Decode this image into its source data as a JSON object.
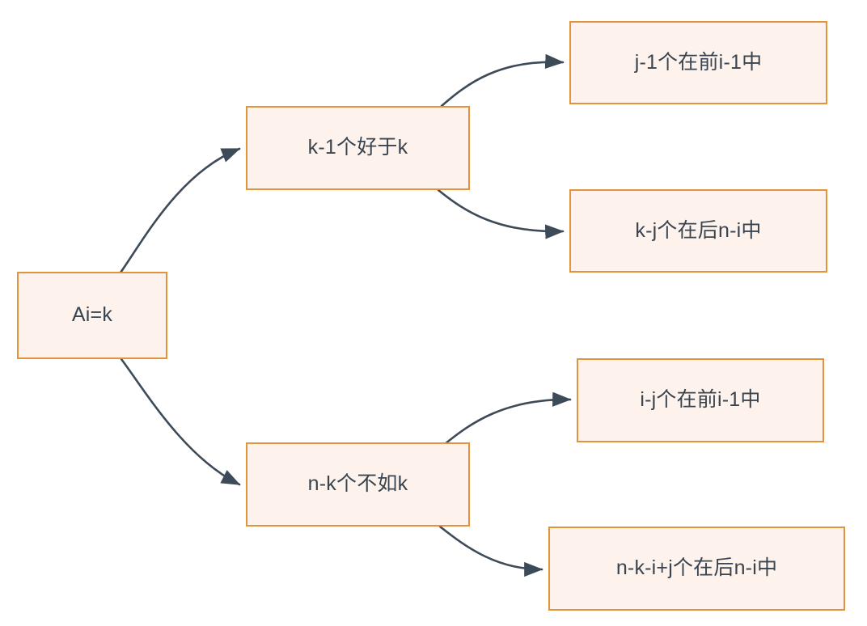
{
  "diagram": {
    "type": "flowchart",
    "direction": "left-to-right",
    "background_color": "#ffffff",
    "node_fill_color": "#fdf3ec",
    "node_border_color": "#e2933c",
    "node_text_color": "#394450",
    "edge_color": "#3d4a57",
    "nodes": [
      {
        "id": "root",
        "label": "Ai=k"
      },
      {
        "id": "better",
        "label": "k-1个好于k"
      },
      {
        "id": "worse",
        "label": "n-k个不如k"
      },
      {
        "id": "jm1",
        "label": "j-1个在前i-1中"
      },
      {
        "id": "kj",
        "label": "k-j个在后n-i中"
      },
      {
        "id": "ij",
        "label": "i-j个在前i-1中"
      },
      {
        "id": "nkij",
        "label": "n-k-i+j个在后n-i中"
      }
    ],
    "edges": [
      {
        "from": "root",
        "to": "better",
        "label": ""
      },
      {
        "from": "root",
        "to": "worse",
        "label": ""
      },
      {
        "from": "better",
        "to": "jm1",
        "label": ""
      },
      {
        "from": "better",
        "to": "kj",
        "label": ""
      },
      {
        "from": "worse",
        "to": "ij",
        "label": ""
      },
      {
        "from": "worse",
        "to": "nkij",
        "label": ""
      }
    ]
  }
}
